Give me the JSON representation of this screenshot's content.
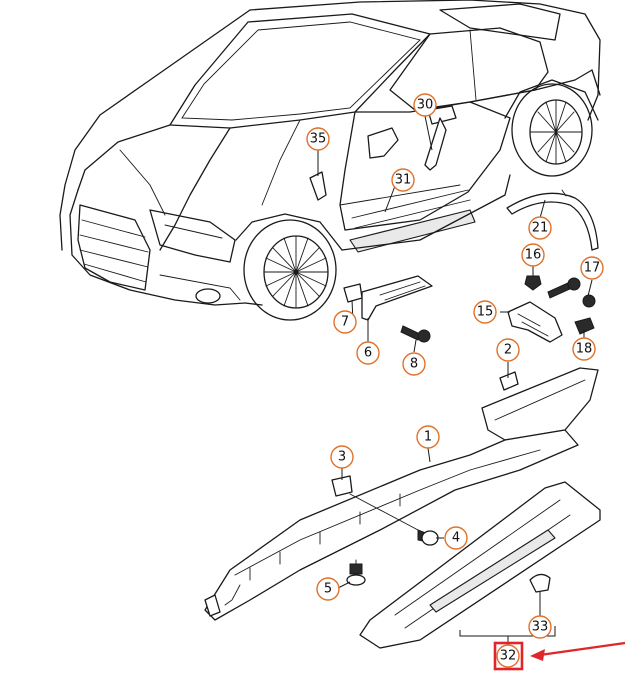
{
  "colors": {
    "callout_stroke": "#e0712b",
    "highlight": "#e0262a",
    "line": "#1a1a1a"
  },
  "callouts": [
    {
      "id": "30",
      "label": "30"
    },
    {
      "id": "35",
      "label": "35"
    },
    {
      "id": "31",
      "label": "31"
    },
    {
      "id": "21",
      "label": "21"
    },
    {
      "id": "16",
      "label": "16"
    },
    {
      "id": "17",
      "label": "17"
    },
    {
      "id": "7",
      "label": "7"
    },
    {
      "id": "6",
      "label": "6"
    },
    {
      "id": "8",
      "label": "8"
    },
    {
      "id": "15",
      "label": "15"
    },
    {
      "id": "18",
      "label": "18"
    },
    {
      "id": "2",
      "label": "2"
    },
    {
      "id": "1",
      "label": "1"
    },
    {
      "id": "3",
      "label": "3"
    },
    {
      "id": "4",
      "label": "4"
    },
    {
      "id": "5",
      "label": "5"
    },
    {
      "id": "33",
      "label": "33"
    }
  ],
  "highlighted_callout": {
    "id": "32",
    "label": "32"
  }
}
